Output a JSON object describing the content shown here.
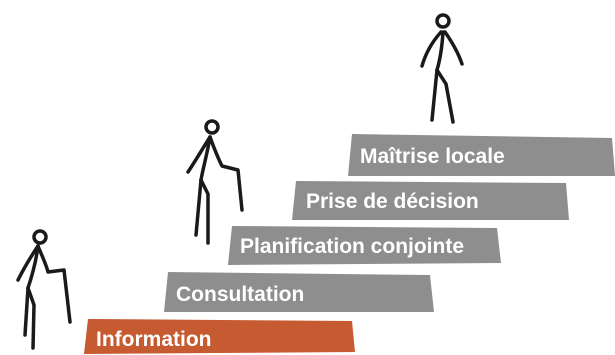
{
  "steps": [
    {
      "label": "Information",
      "color": "#c65a30"
    },
    {
      "label": "Consultation",
      "color": "#8e8e8e"
    },
    {
      "label": "Planification conjointe",
      "color": "#8e8e8e"
    },
    {
      "label": "Prise de décision",
      "color": "#8e8e8e"
    },
    {
      "label": "Maîtrise locale",
      "color": "#8e8e8e"
    }
  ],
  "figures": [
    {
      "name": "climbing-person-icon",
      "pose": "climbing"
    },
    {
      "name": "climbing-person-icon",
      "pose": "climbing"
    },
    {
      "name": "standing-person-icon",
      "pose": "standing"
    }
  ]
}
